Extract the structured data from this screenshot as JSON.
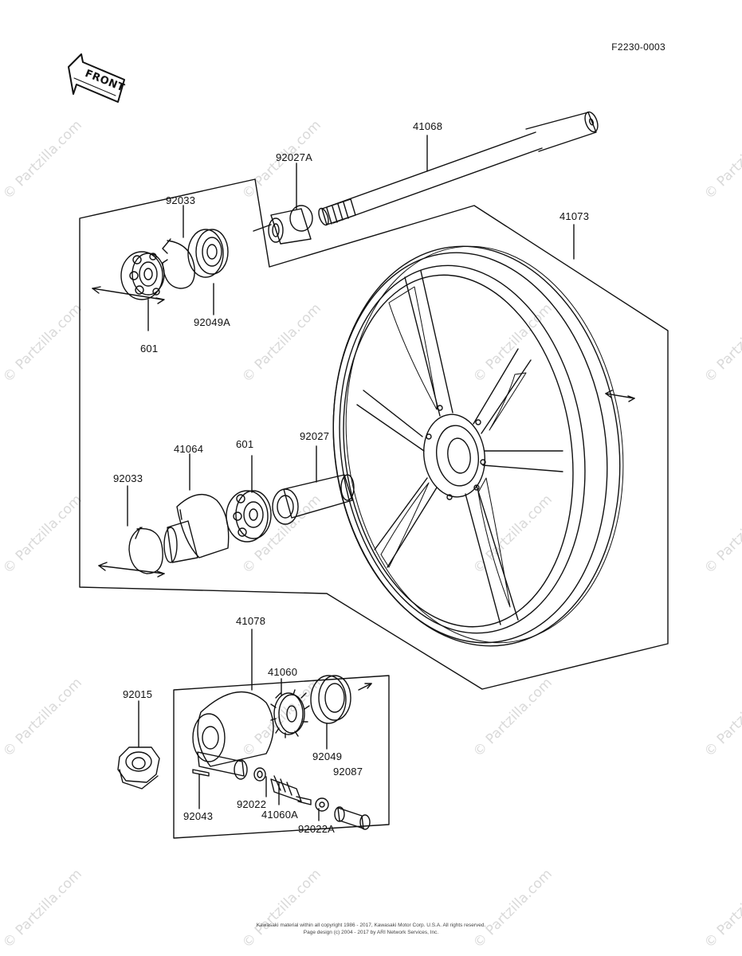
{
  "diagram": {
    "ref_code": "F2230-0003",
    "front_label": "FRONT",
    "watermark": "© Partzilla.com",
    "footer": {
      "line1": "Kawasaki material within all copyright 1986 - 2017, Kawasaki Motor Corp. U.S.A.  All rights reserved.",
      "line2": "Page design (c) 2004 - 2017 by ARI Network Services, Inc."
    },
    "parts": {
      "p41068": "41068",
      "p92027A": "92027A",
      "p92033_top": "92033",
      "p92049A": "92049A",
      "p601_top": "601",
      "p41073": "41073",
      "p92027": "92027",
      "p41064": "41064",
      "p601_mid": "601",
      "p92033_mid": "92033",
      "p41078": "41078",
      "p41060": "41060",
      "p92015": "92015",
      "p92049": "92049",
      "p92087": "92087",
      "p92022": "92022",
      "p41060A": "41060A",
      "p92043": "92043",
      "p92022A": "92022A"
    }
  }
}
